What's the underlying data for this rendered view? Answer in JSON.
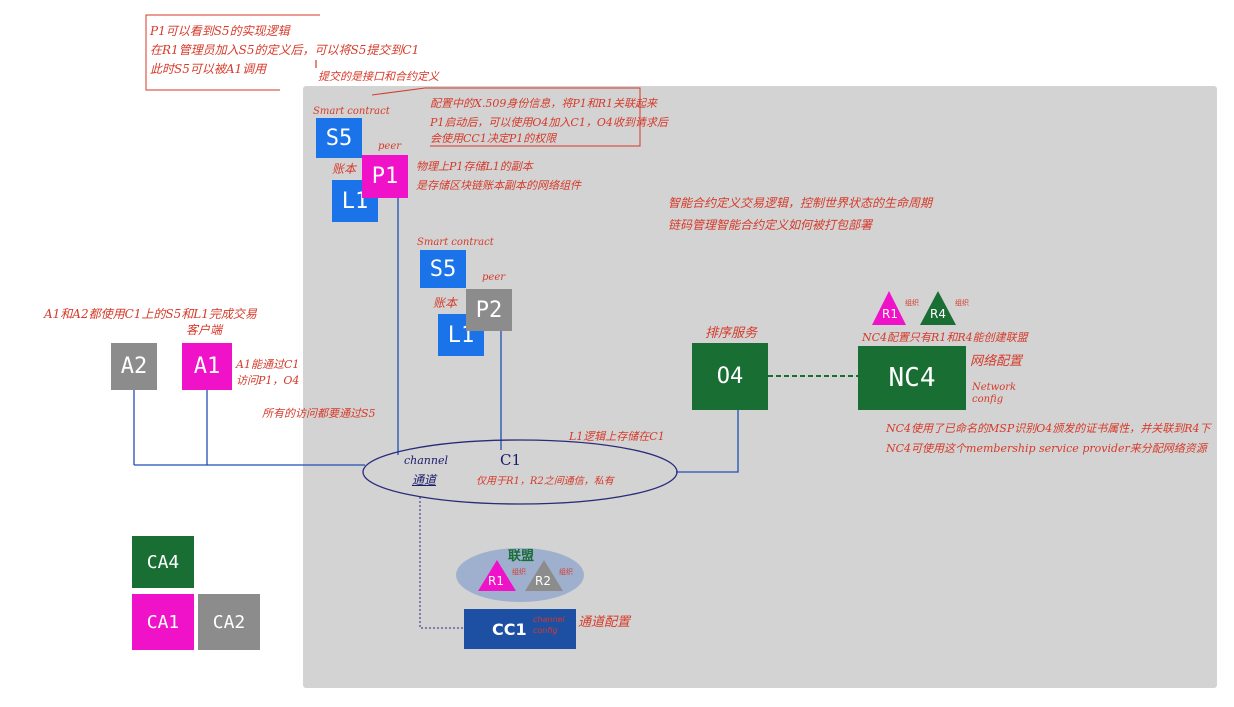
{
  "notes": {
    "top_left_line1": "P1可以看到S5的实现逻辑",
    "top_left_line2": "在R1管理员加入S5的定义后，可以将S5提交到C1",
    "top_left_line3": "此时S5可以被A1调用",
    "top_left_sub": "提交的是接口和合约定义",
    "top_right_line1": "配置中的X.509身份信息，将P1和R1关联起来",
    "top_right_line2": "P1启动后，可以使用O4加入C1，O4收到请求后",
    "top_right_line3": "会使用CC1决定P1的权限",
    "p1_line1": "物理上P1存储L1的副本",
    "p1_line2": "是存储区块链账本副本的网络组件",
    "smart_line1": "智能合约定义交易逻辑，控制世界状态的生命周期",
    "smart_line2": "链码管理智能合约定义如何被打包部署",
    "client_header": "A1和A2都使用C1上的S5和L1完成交易",
    "client_label": "客户端",
    "a1_line1": "A1能通过C1",
    "a1_line2": "访问P1，O4",
    "a1_line3": "所有的访问都要通过S5",
    "l1_channel": "L1逻辑上存储在C1",
    "c1_desc": "仅用于R1，R2之间通信，私有",
    "nc4_header": "NC4配置只有R1和R4能创建联盟",
    "nc4_line1": "NC4使用了已命名的MSP识别O4颁发的证书属性，并关联到R4下",
    "nc4_line2": "NC4可使用这个membership service provider来分配网络资源",
    "order_service": "排序服务",
    "network_config_cn": "网络配置",
    "network_config_en1": "Network",
    "network_config_en2": "config",
    "channel_config_cn": "通道配置",
    "channel_config_en1": "channel",
    "channel_config_en2": "config",
    "consortium": "联盟",
    "peer_small": "peer",
    "ledger_cn": "账本",
    "smart_contract": "Smart contract",
    "channel_en": "channel",
    "channel_cn": "通道",
    "tri_small": "组织"
  },
  "nodes": {
    "s5_top": "S5",
    "p1": "P1",
    "l1_top": "L1",
    "s5_mid": "S5",
    "p2": "P2",
    "l1_mid": "L1",
    "a2": "A2",
    "a1": "A1",
    "o4": "O4",
    "nc4": "NC4",
    "c1": "C1",
    "cc1": "CC1",
    "r1_top": "R1",
    "r4_top": "R4",
    "r1_bottom": "R1",
    "r2_bottom": "R2",
    "ca4": "CA4",
    "ca1": "CA1",
    "ca2": "CA2"
  },
  "colors": {
    "region": "#d3d3d3",
    "blue": "#1a73e8",
    "pink": "#f012c8",
    "gray": "#8c8c8c",
    "green": "#196e34",
    "navy": "#1d4fa3",
    "line": "#1f4fb4",
    "annotation": "#d63a2a"
  }
}
